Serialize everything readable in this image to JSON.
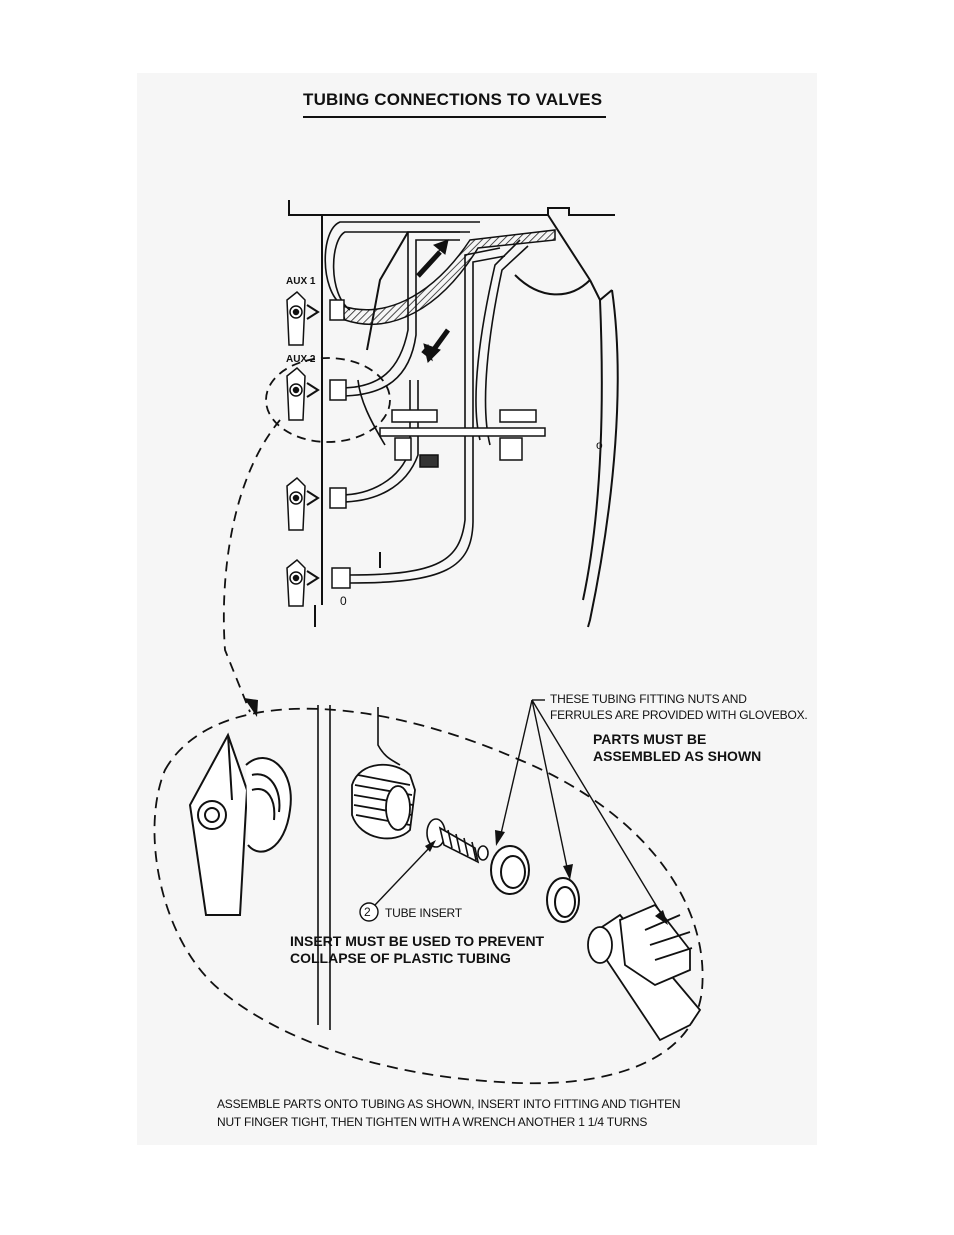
{
  "title": "TUBING CONNECTIONS TO VALVES",
  "labels": {
    "aux1": "AUX 1",
    "aux2": "AUX 2",
    "mark_o_right": "o",
    "mark_o_bottom": "0"
  },
  "callouts": {
    "fittings_line1": "THESE TUBING FITTING NUTS AND",
    "fittings_line2": "FERRULES ARE PROVIDED WITH GLOVEBOX.",
    "assembled_line1": "PARTS MUST BE",
    "assembled_line2": "ASSEMBLED AS SHOWN",
    "insert_number": "2",
    "insert_label": "TUBE INSERT",
    "insert_note_line1": "INSERT MUST BE USED TO PREVENT",
    "insert_note_line2": "COLLAPSE OF PLASTIC TUBING"
  },
  "instructions": {
    "line1": "ASSEMBLE PARTS ONTO TUBING AS SHOWN, INSERT INTO FITTING AND TIGHTEN",
    "line2": "NUT FINGER TIGHT, THEN TIGHTEN WITH A WRENCH ANOTHER 1 1/4 TURNS"
  }
}
